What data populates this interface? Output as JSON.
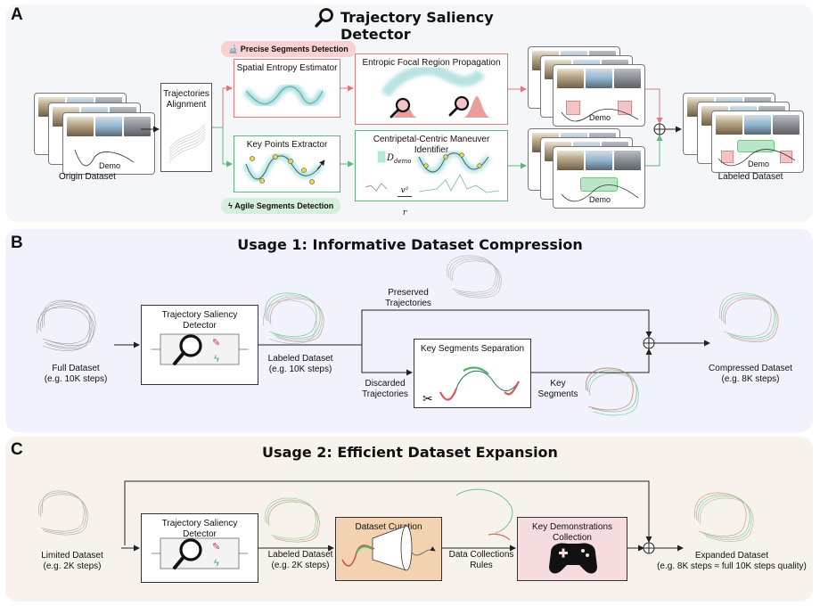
{
  "panel_a": {
    "letter": "A",
    "title": "Trajectory Saliency Detector",
    "origin_dataset": "Origin Dataset",
    "trajectories_alignment": "Trajectories\nAlignment",
    "precise_pill": "Precise Segments Detection",
    "agile_pill": "Agile Segments Detection",
    "spatial_entropy": "Spatial Entropy Estimator",
    "entropic_focal": "Entropic Focal Region Propagation",
    "key_points": "Key Points Extractor",
    "centripetal": "Centripetal-Centric Maneuver Identifier",
    "d_demo": "D",
    "d_demo_sub": "demo",
    "v2r_num": "v²",
    "v2r_den": "r",
    "demo": "Demo",
    "labeled_dataset": "Labeled Dataset",
    "dots": "· · ·"
  },
  "panel_b": {
    "letter": "B",
    "title": "Usage 1: Informative Dataset Compression",
    "full_dataset": "Full Dataset\n(e.g. 10K steps)",
    "tsd": "Trajectory Saliency\nDetector",
    "labeled_dataset": "Labeled Dataset\n(e.g. 10K steps)",
    "preserved": "Preserved\nTrajectories",
    "discarded": "Discarded\nTrajectories",
    "key_seg_sep": "Key Segments Separation",
    "key_segments": "Key\nSegments",
    "compressed": "Compressed Dataset\n(e.g. 8K steps)"
  },
  "panel_c": {
    "letter": "C",
    "title": "Usage 2: Efficient Dataset Expansion",
    "limited": "Limited Dataset\n(e.g. 2K steps)",
    "tsd": "Trajectory Saliency\nDetector",
    "labeled": "Labeled Dataset\n(e.g. 2K steps)",
    "curation": "Dataset Curation",
    "rules": "Data Collections\nRules",
    "key_demos": "Key Demonstrations\nCollection",
    "expanded": "Expanded Dataset\n(e.g. 8K steps ≈ full 10K steps quality)"
  },
  "colors": {
    "red": "#e07a7a",
    "green": "#5cb87a",
    "teal": "#7fc9c9",
    "curation_bg": "#f3d2b0",
    "key_demo_bg": "#f6dcdf"
  }
}
